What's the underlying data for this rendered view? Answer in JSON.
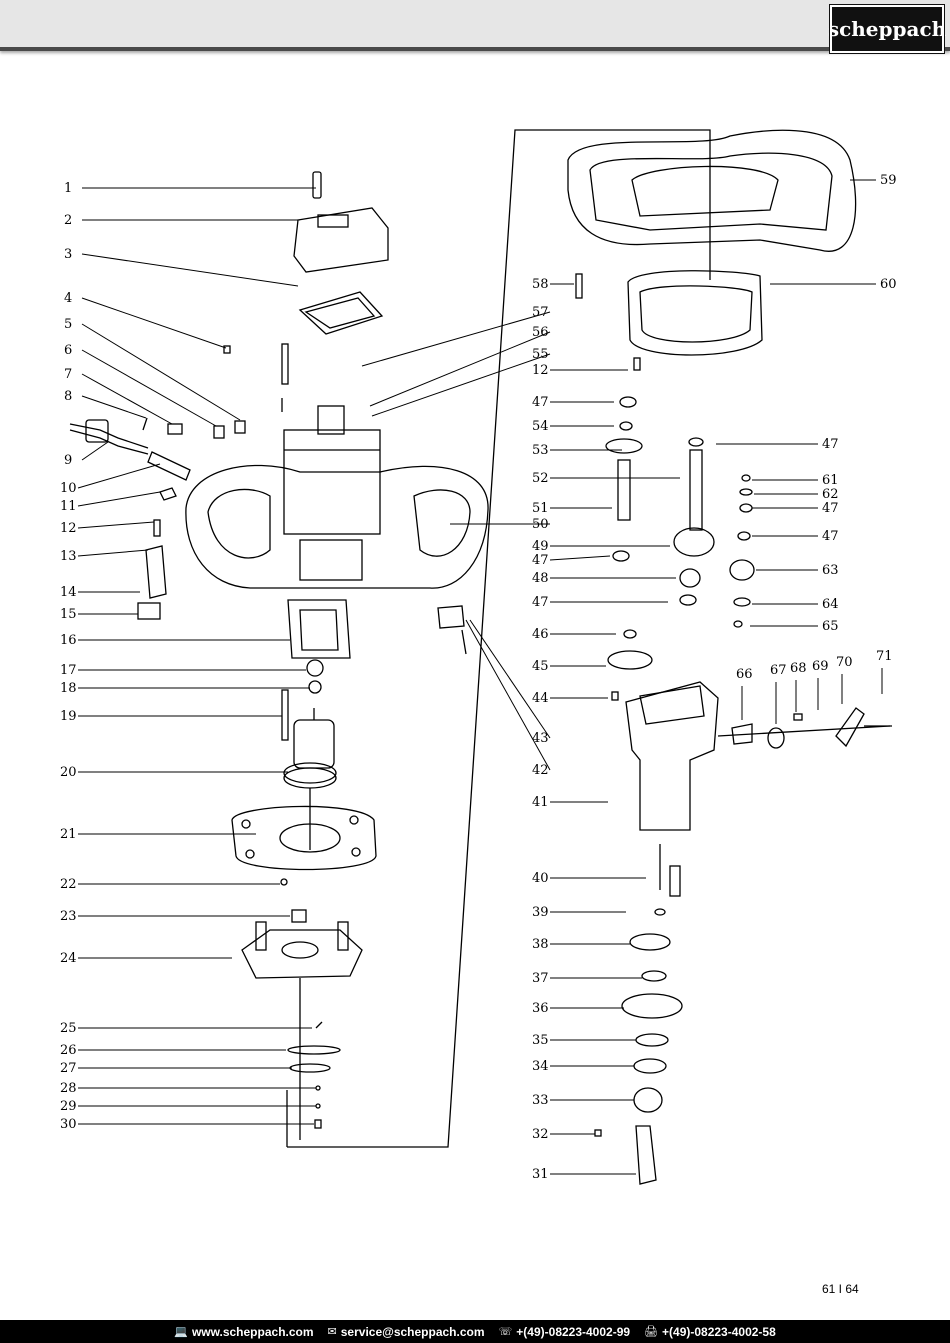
{
  "brand": {
    "logo_text": "scheppach"
  },
  "page_number": "61 I 64",
  "footer": {
    "website_icon": "monitor-icon",
    "website": "www.scheppach.com",
    "email_icon": "envelope-icon",
    "email": "service@scheppach.com",
    "phone_icon": "phone-icon",
    "phone": "+(49)-08223-4002-99",
    "fax_icon": "fax-icon",
    "fax": "+(49)-08223-4002-58"
  },
  "diagram": {
    "part_labels": [
      "1",
      "2",
      "3",
      "4",
      "5",
      "6",
      "7",
      "8",
      "9",
      "10",
      "11",
      "12",
      "13",
      "14",
      "15",
      "16",
      "17",
      "18",
      "19",
      "20",
      "21",
      "22",
      "23",
      "24",
      "25",
      "26",
      "27",
      "28",
      "29",
      "30",
      "31",
      "32",
      "33",
      "34",
      "35",
      "36",
      "37",
      "38",
      "39",
      "40",
      "41",
      "42",
      "43",
      "44",
      "45",
      "46",
      "47",
      "47",
      "47",
      "47",
      "47",
      "47",
      "48",
      "49",
      "50",
      "51",
      "52",
      "53",
      "54",
      "55",
      "56",
      "57",
      "58",
      "12",
      "59",
      "60",
      "61",
      "62",
      "63",
      "64",
      "65",
      "66",
      "67",
      "68",
      "69",
      "70",
      "71"
    ]
  }
}
